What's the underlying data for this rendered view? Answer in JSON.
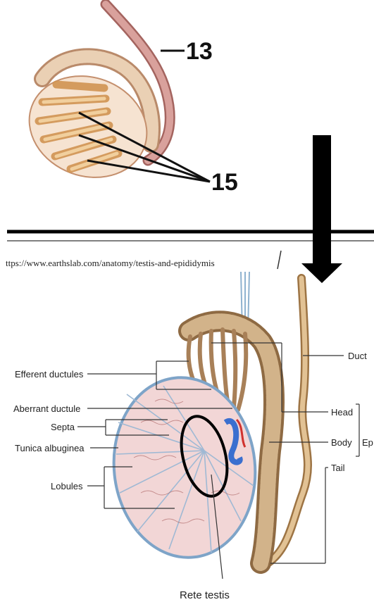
{
  "top_figure": {
    "callouts": [
      "13",
      "15"
    ]
  },
  "source_url": "ttps://www.earthslab.com/anatomy/testis-and-epididymis",
  "bottom_figure": {
    "labels": {
      "efferent_ductules": "Efferent ductules",
      "aberrant_ductule": "Aberrant ductule",
      "septa": "Septa",
      "tunica_albuginea": "Tunica albuginea",
      "lobules": "Lobules",
      "ductus": "Duct",
      "head": "Head",
      "body": "Body",
      "tail": "Tail",
      "epididymis": "Ep",
      "rete_testis": "Rete testis"
    }
  },
  "colors": {
    "duct_pink": "#c98a86",
    "lobule_tan": "#e2b57d",
    "testis_pink": "#f1d3d3",
    "epididymis_tan": "#c9a77a",
    "vein_blue": "#3b6fcf",
    "artery_red": "#d0322e"
  }
}
